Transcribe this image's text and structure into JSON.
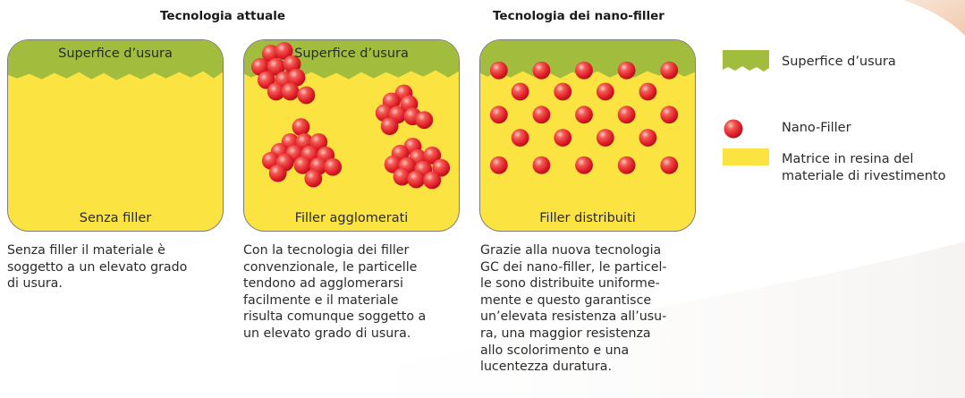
{
  "colors": {
    "wear_surface": "#a2bd3e",
    "resin_matrix": "#fbe342",
    "filler": "#e61e2a",
    "panel_border": "#7d7d7d"
  },
  "headings": {
    "current": "Tecnologia attuale",
    "nano": "Tecnologia dei nano-filler"
  },
  "panels": [
    {
      "top_label": "Superfice d’usura",
      "bottom_label": "Senza filler"
    },
    {
      "top_label": "Superfice d’usura",
      "bottom_label": "Filler agglomerati"
    },
    {
      "top_label": "",
      "bottom_label": "Filler distribuiti"
    }
  ],
  "captions": [
    [
      "Senza filler il materiale è",
      "soggetto a un elevato grado",
      "di usura."
    ],
    [
      "Con la tecnologia dei filler",
      "convenzionale, le particelle",
      "tendono ad agglomerarsi",
      "facilmente e il materiale",
      "risulta comunque soggetto a",
      "un elevato grado di usura."
    ],
    [
      "Grazie alla nuova tecnologia",
      "GC dei nano-filler, le particel-",
      "le sono distribuite uniforme-",
      "mente e questo garantisce",
      "un’elevata resistenza all’usu-",
      "ra, una maggior resistenza",
      "allo scolorimento e una",
      "lucentezza duratura."
    ]
  ],
  "legend": [
    {
      "icon": "wear-surface-swatch",
      "label": "Superfice d’usura"
    },
    {
      "icon": "nano-filler-sphere",
      "label": "Nano-Filler"
    },
    {
      "icon": "resin-matrix-swatch",
      "label_lines": [
        "Matrice in resina del",
        "materiale di rivestimento"
      ]
    }
  ]
}
